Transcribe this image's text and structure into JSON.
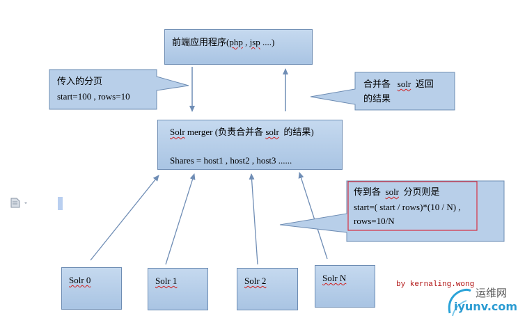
{
  "frontend": {
    "text_a": "前端应用程序(",
    "text_b": "php",
    "text_c": " , ",
    "text_d": "jsp",
    "text_e": " ....)"
  },
  "callout_left": {
    "line1": "传入的分页",
    "line2": "start=100 , rows=10"
  },
  "callout_right": {
    "line1_a": "合并各   ",
    "line1_b": "solr",
    "line1_c": "  返回",
    "line2": "的结果"
  },
  "merger": {
    "line1_a": "Solr",
    "line1_b": " merger (负责合并各 ",
    "line1_c": "solr",
    "line1_d": "  的结果)",
    "line2": "Shares = host1 , host2 , host3 ......"
  },
  "callout_bottom": {
    "line1_a": "传到各  ",
    "line1_b": "solr",
    "line1_c": "  分页则是",
    "line2": "start=( start / rows)*(10 / N) ,",
    "line3": "rows=10/N"
  },
  "nodes": [
    {
      "label": "Solr 0"
    },
    {
      "label": "Solr 1"
    },
    {
      "label": "Solr 2"
    },
    {
      "label": "Solr N"
    }
  ],
  "author": "by kernaling.wong",
  "watermark": {
    "name": "运维网",
    "domain": "iyunv.com"
  },
  "colors": {
    "box_fill": "#b8cfe9",
    "box_border": "#6d8cb3",
    "arrow": "#6f8db5",
    "highlight_border": "#d63040",
    "squiggle": "#d02020",
    "author_text": "#b01010"
  }
}
